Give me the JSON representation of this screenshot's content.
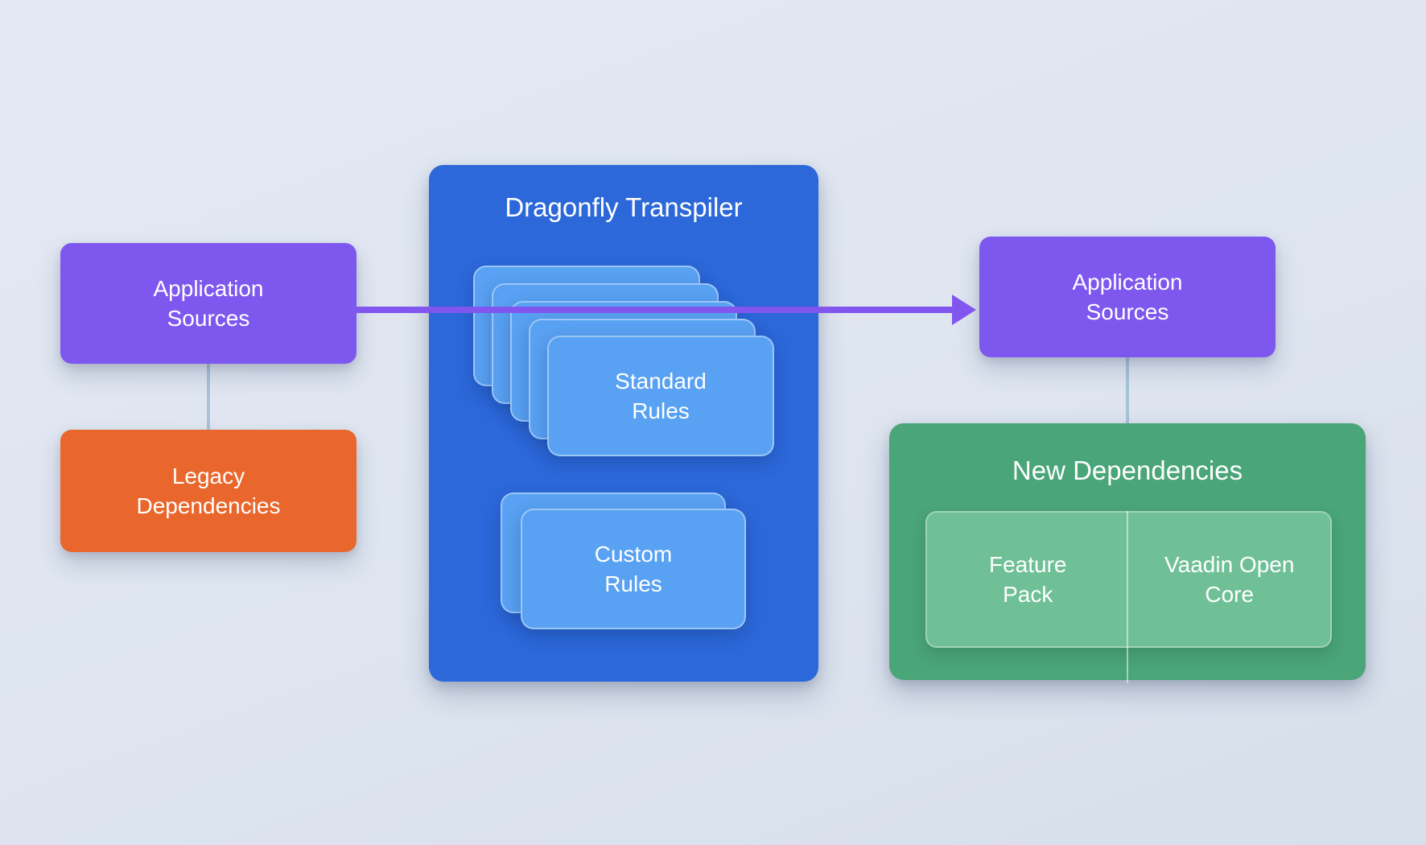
{
  "colors": {
    "background_start": "#e3e9f3",
    "background_end": "#d7dfeb",
    "purple": "#7e57ef",
    "arrow_purple": "#8156ee",
    "orange": "#e9672c",
    "panel_blue": "#2c68d9",
    "card_blue": "#59a1f2",
    "green": "#4aa578",
    "light_green": "#6fc096",
    "connector": "#a7c4d7",
    "text": "#ffffff"
  },
  "nodes": {
    "left_app_sources": {
      "label": "Application\nSources"
    },
    "legacy_dependencies": {
      "label": "Legacy\nDependencies"
    },
    "transpiler": {
      "title": "Dragonfly Transpiler"
    },
    "standard_rules": {
      "label": "Standard\nRules"
    },
    "custom_rules": {
      "label": "Custom\nRules"
    },
    "right_app_sources": {
      "label": "Application\nSources"
    },
    "new_dependencies": {
      "title": "New Dependencies"
    },
    "feature_pack": {
      "label": "Feature\nPack"
    },
    "vaadin_open_core": {
      "label": "Vaadin Open\nCore"
    }
  }
}
